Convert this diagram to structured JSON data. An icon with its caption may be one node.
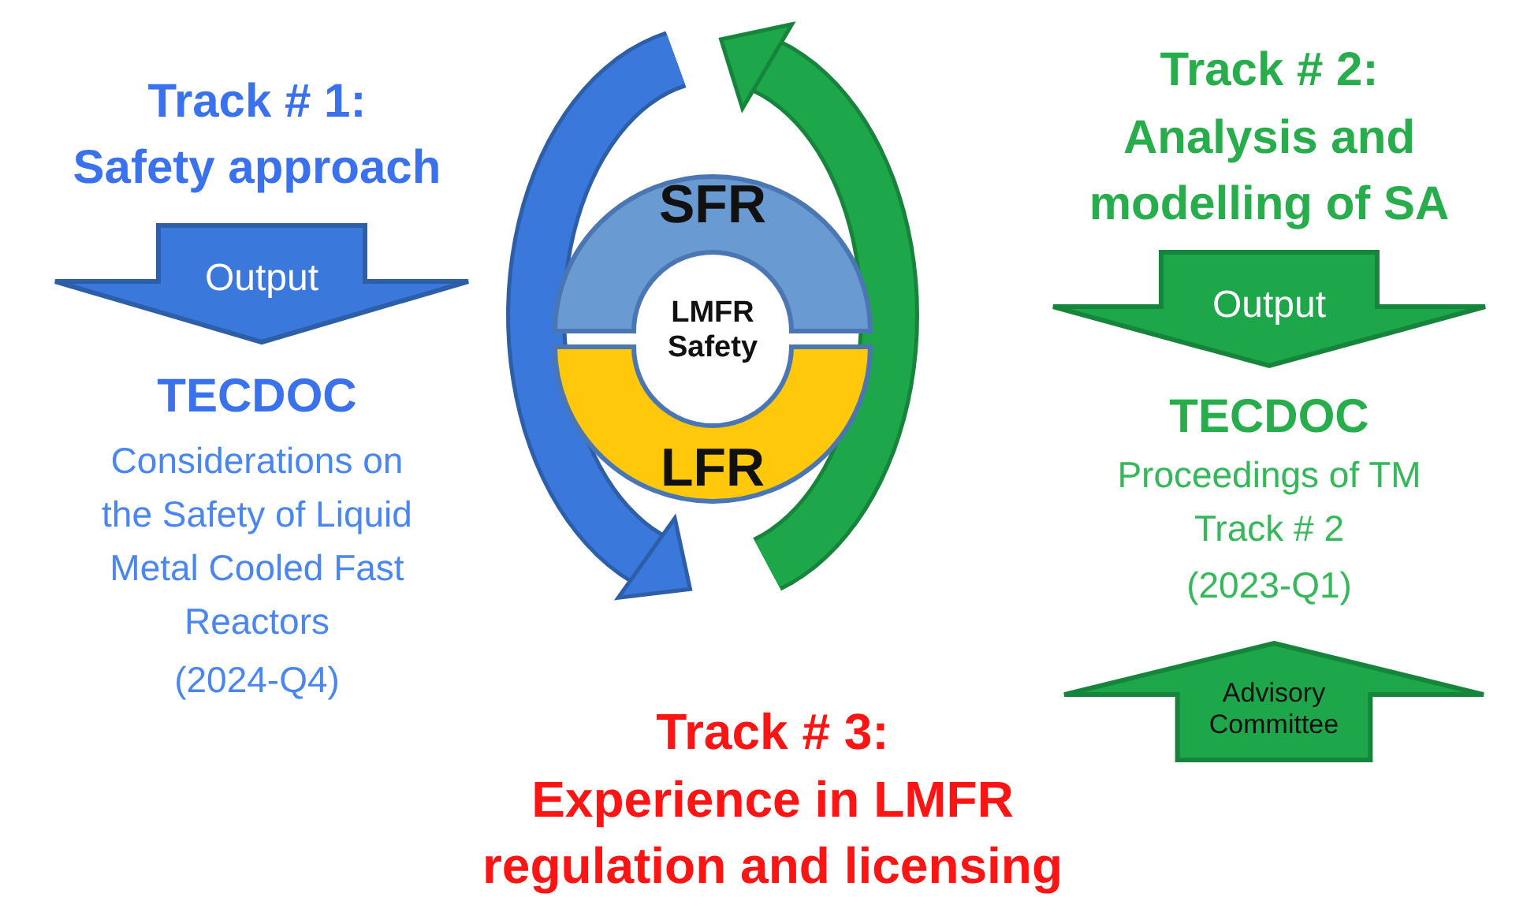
{
  "diagram": {
    "nodes": [
      {
        "text": [
          "Output"
        ]
      },
      {
        "text": [
          "Output"
        ]
      },
      {
        "text": [
          "Advisory Committee"
        ]
      },
      {
        "text": [
          "SFR"
        ]
      },
      {
        "text": [
          "LFR"
        ]
      },
      {
        "text": [
          "LMFR Safety"
        ]
      }
    ],
    "labels": [
      "Track # 1:",
      "Safety approach",
      "TECDOC",
      "Considerations on the Safety of Liquid Metal Cooled Fast Reactors",
      "(2024-Q4)",
      "Track # 2:",
      "Analysis and modelling of SA",
      "TECDOC",
      "Proceedings of TM Track # 2",
      "(2023-Q1)",
      "Track # 3:",
      "Experience in LMFR regulation and licensing"
    ]
  }
}
